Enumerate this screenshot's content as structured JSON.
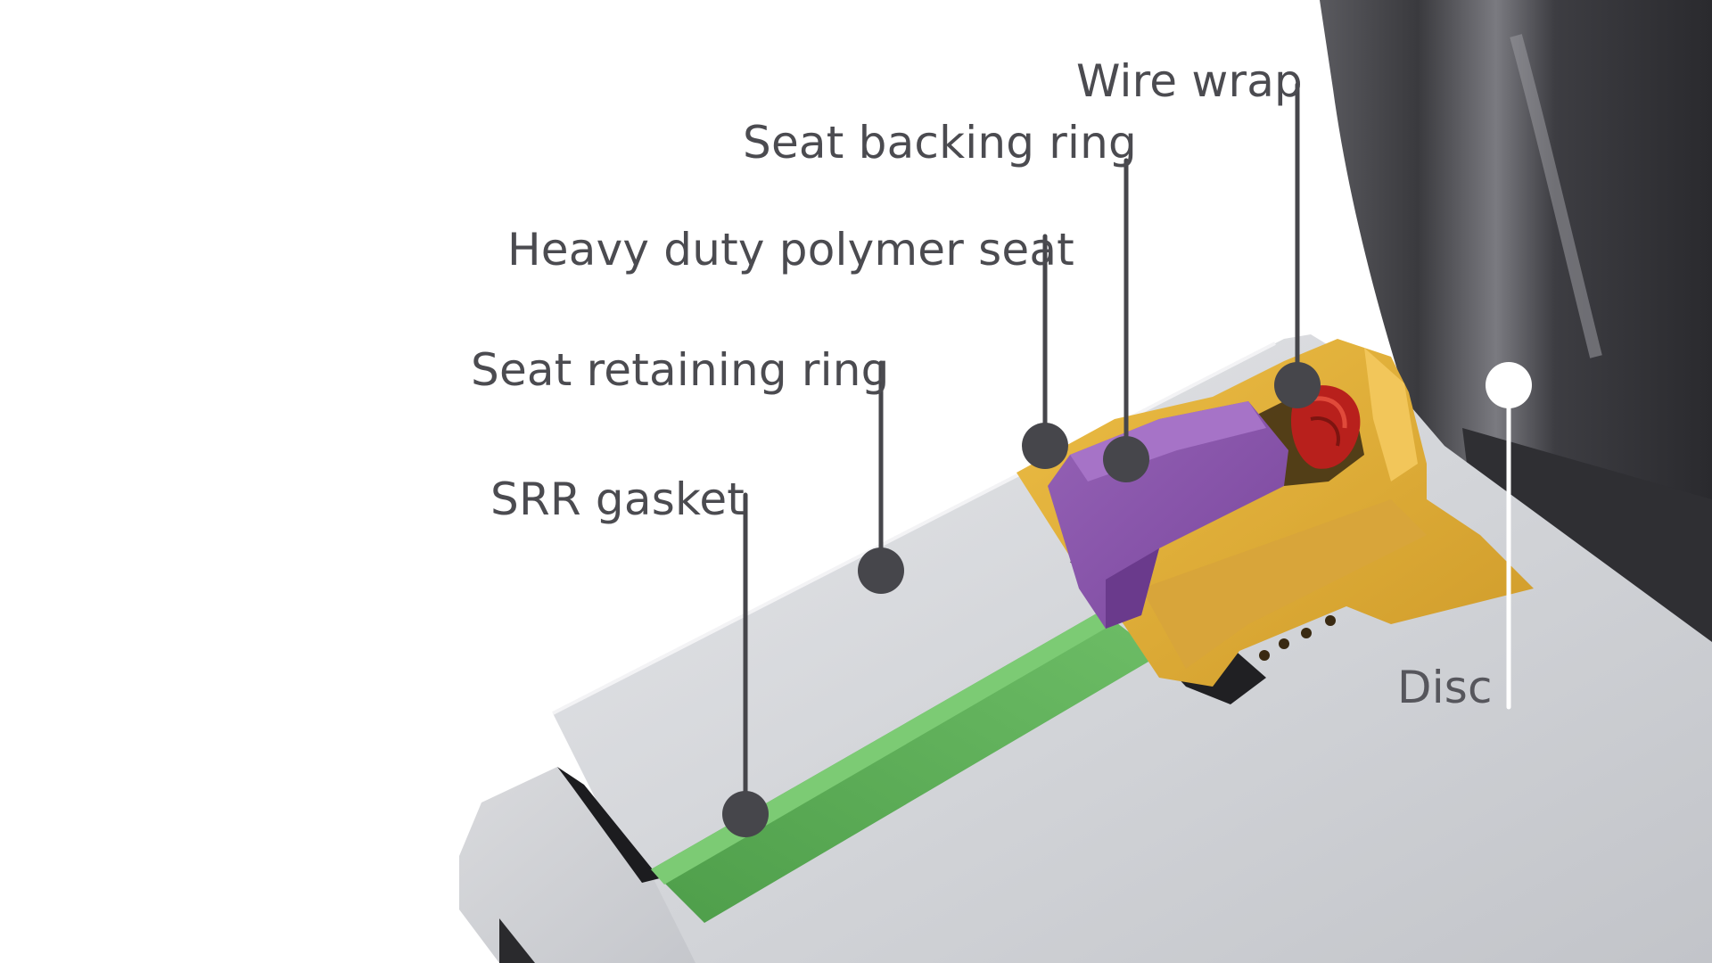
{
  "labels": {
    "wire_wrap": "Wire wrap",
    "seat_backing_ring": "Seat backing ring",
    "heavy_duty_polymer_seat": "Heavy duty polymer seat",
    "seat_retaining_ring": "Seat retaining ring",
    "srr_gasket": "SRR gasket",
    "disc": "Disc"
  },
  "colors": {
    "background": "#ffffff",
    "body_metal": "#c9cbd0",
    "gasket": "#5fb159",
    "seat": "#8a55ad",
    "backing_ring": "#e2ae36",
    "wire_wrap": "#b8201c",
    "disc": "#3d3d41",
    "callout_dark": "#46464b",
    "callout_light": "#ffffff",
    "label_text": "#4b4b50"
  }
}
